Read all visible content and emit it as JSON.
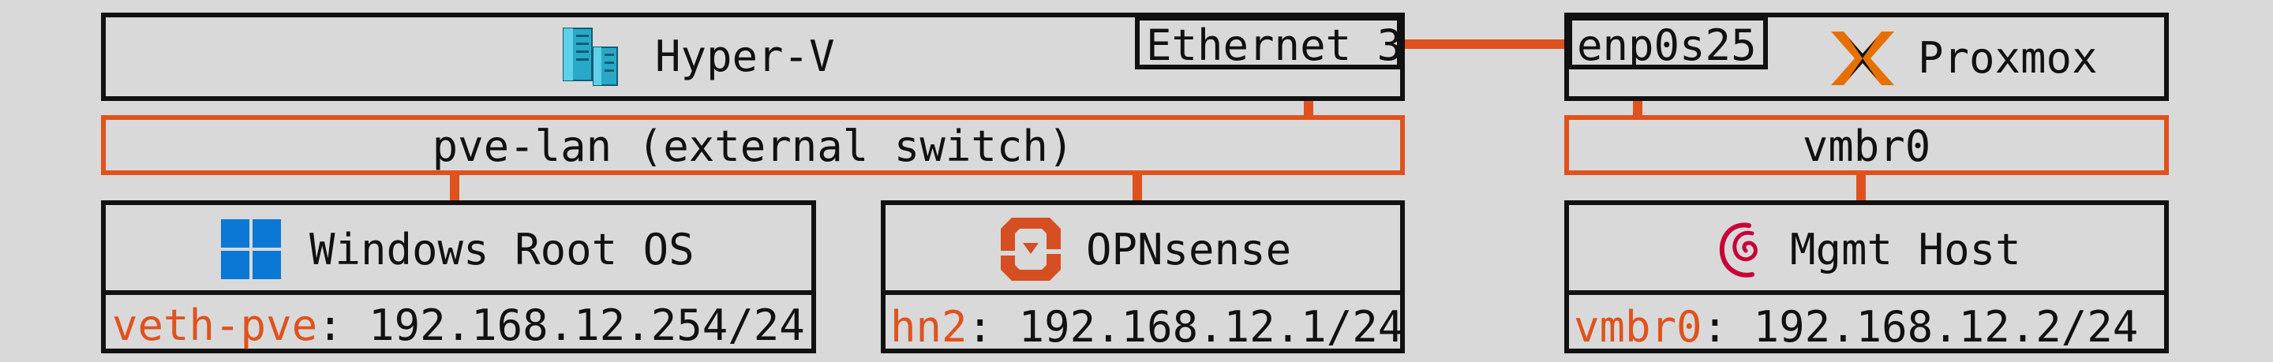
{
  "colors": {
    "background": "#d9d9d9",
    "link": "#e0521d",
    "border": "#111111"
  },
  "hyperv": {
    "title": "Hyper-V",
    "icon": "server-icon",
    "port": "Ethernet 3"
  },
  "proxmox": {
    "title": "Proxmox",
    "icon": "proxmox-logo-icon",
    "port": "enp0s25"
  },
  "switches": {
    "hyperv": "pve-lan (external switch)",
    "proxmox": "vmbr0"
  },
  "hosts": {
    "windows": {
      "name": "Windows Root OS",
      "icon": "windows-logo-icon",
      "iface": "veth-pve",
      "addr": ": 192.168.12.254/24"
    },
    "opnsense": {
      "name": "OPNsense",
      "icon": "opnsense-logo-icon",
      "iface": "hn2",
      "addr": ": 192.168.12.1/24"
    },
    "mgmt": {
      "name": "Mgmt Host",
      "icon": "debian-logo-icon",
      "iface": "vmbr0",
      "addr": ": 192.168.12.2/24"
    }
  }
}
